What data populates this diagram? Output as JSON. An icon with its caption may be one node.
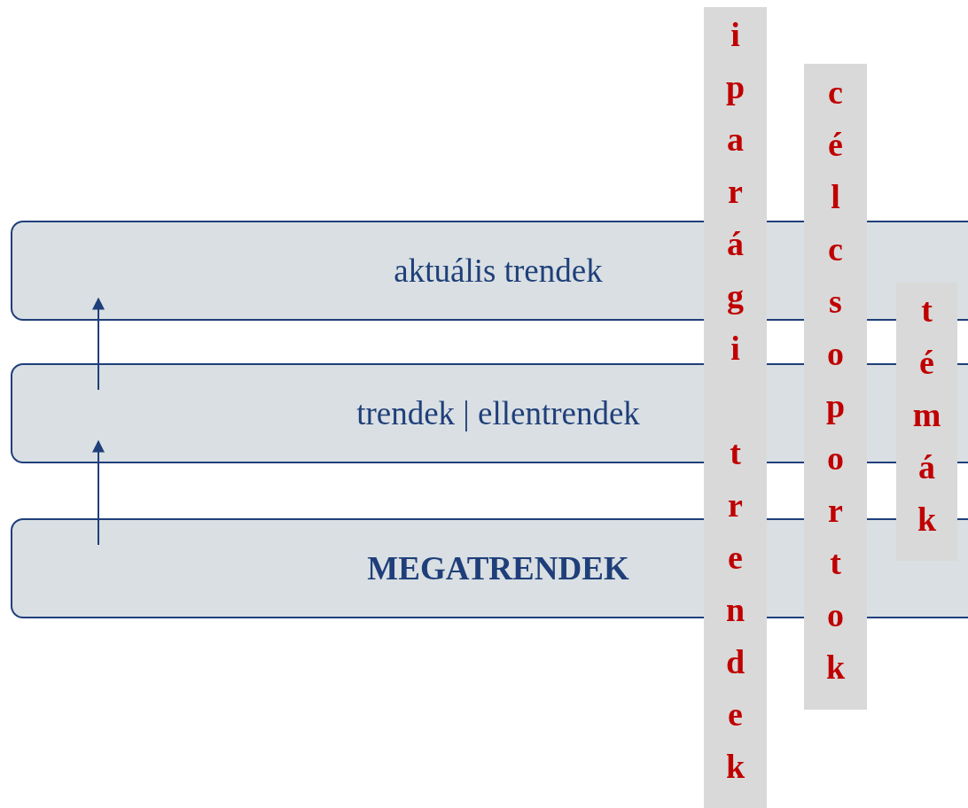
{
  "diagram": {
    "nodes": [
      {
        "text": [
          "aktuális trendek"
        ]
      },
      {
        "text": [
          "trendek | ellentrendek"
        ]
      },
      {
        "text": [
          "MEGATRENDEK"
        ]
      },
      {
        "text": [
          "iparági trendek"
        ]
      },
      {
        "text": [
          "célcsoportok"
        ]
      },
      {
        "text": [
          "témák"
        ]
      }
    ],
    "edges": [
      {
        "from": 2,
        "to": 1,
        "arrow": "to"
      },
      {
        "from": 1,
        "to": 0,
        "arrow": "to"
      }
    ]
  }
}
